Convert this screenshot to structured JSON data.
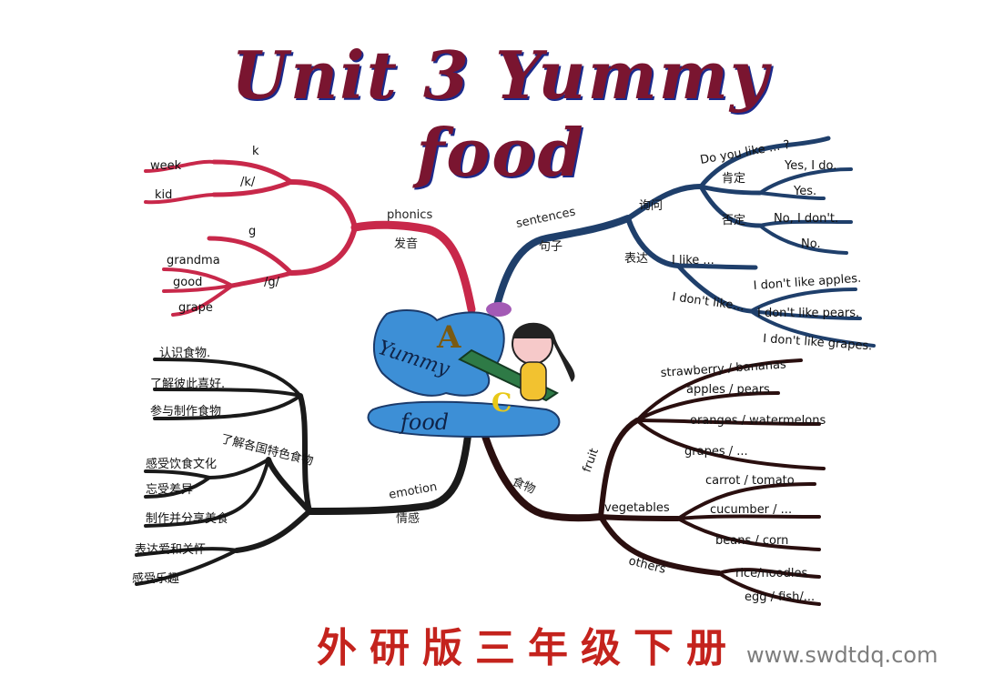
{
  "title": "Unit 3  Yummy  food",
  "subtitle": "外研版三年级下册",
  "watermark": "www.swdtdq.com",
  "center": {
    "line1": "Yummy",
    "line2": "food",
    "letter_a": "A",
    "letter_c": "C"
  },
  "phonics": {
    "label": "phonics",
    "label_cn": "发音",
    "k_group": {
      "letter": "k",
      "sound": "/k/",
      "words": [
        "week",
        "kid"
      ]
    },
    "g_group": {
      "letter": "g",
      "sound": "/g/",
      "words": [
        "grandma",
        "good",
        "grape"
      ]
    }
  },
  "sentences": {
    "label": "sentences",
    "label_cn": "句子",
    "ask": {
      "label": "询问",
      "question": "Do you like ... ?",
      "positive": {
        "label": "肯定",
        "answers": [
          "Yes, I do.",
          "Yes."
        ]
      },
      "negative": {
        "label": "否定",
        "answers": [
          "No, I don't.",
          "No."
        ]
      }
    },
    "express": {
      "label": "表达",
      "like": "I like ...",
      "dislike": "I don't like...",
      "examples": [
        "I don't like apples.",
        "I don't like pears.",
        "I don't like grapes."
      ]
    }
  },
  "emotion": {
    "label": "emotion",
    "label_cn": "情感",
    "group1": [
      "认识食物.",
      "了解彼此喜好.",
      "参与制作食物"
    ],
    "group2_label": "了解各国特色食物",
    "group2": [
      "感受饮食文化",
      "忘受差异",
      "制作并分享美食"
    ],
    "group3": [
      "表达爱和关怀",
      "感受乐趣"
    ]
  },
  "food": {
    "label": "食物",
    "fruit": {
      "label": "fruit",
      "items": [
        "strawberry / bananas",
        "apples / pears",
        "oranges / watermelons",
        "grapes / ..."
      ]
    },
    "vegetables": {
      "label": "vegetables",
      "items": [
        "carrot / tomato",
        "cucumber / ...",
        "beans / corn"
      ]
    },
    "others": {
      "label": "others",
      "items": [
        "rice/noodles",
        "egg / fish/..."
      ]
    }
  }
}
